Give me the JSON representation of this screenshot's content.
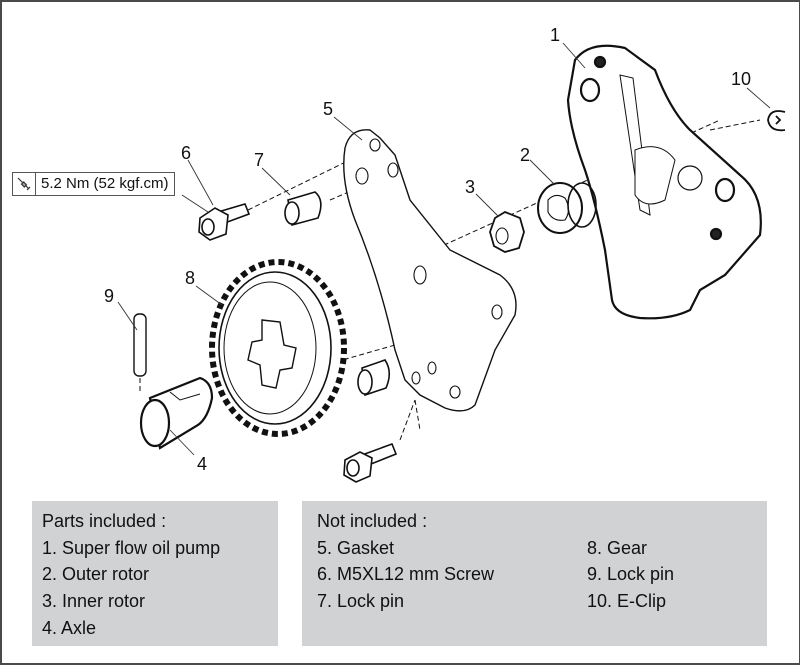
{
  "diagram": {
    "title": "Oil pump exploded view",
    "callouts": [
      "1",
      "2",
      "3",
      "4",
      "5",
      "6",
      "7",
      "8",
      "9",
      "10"
    ],
    "torque_spec": {
      "icon": "torque-wrench-icon",
      "text": "5.2 Nm (52 kgf.cm)",
      "applies_to": "6"
    }
  },
  "parts_included": {
    "heading": "Parts included :",
    "items": [
      "1. Super flow oil pump",
      "2. Outer rotor",
      "3. Inner rotor",
      "4. Axle"
    ]
  },
  "not_included": {
    "heading": "Not included :",
    "column1": [
      "5. Gasket",
      "6. M5XL12 mm Screw",
      "7. Lock pin"
    ],
    "column2": [
      "8. Gear",
      "9. Lock pin",
      "10. E-Clip"
    ]
  },
  "colors": {
    "panel_bg": "#d1d2d4",
    "line": "#111111",
    "frame": "#4a4a4a"
  }
}
